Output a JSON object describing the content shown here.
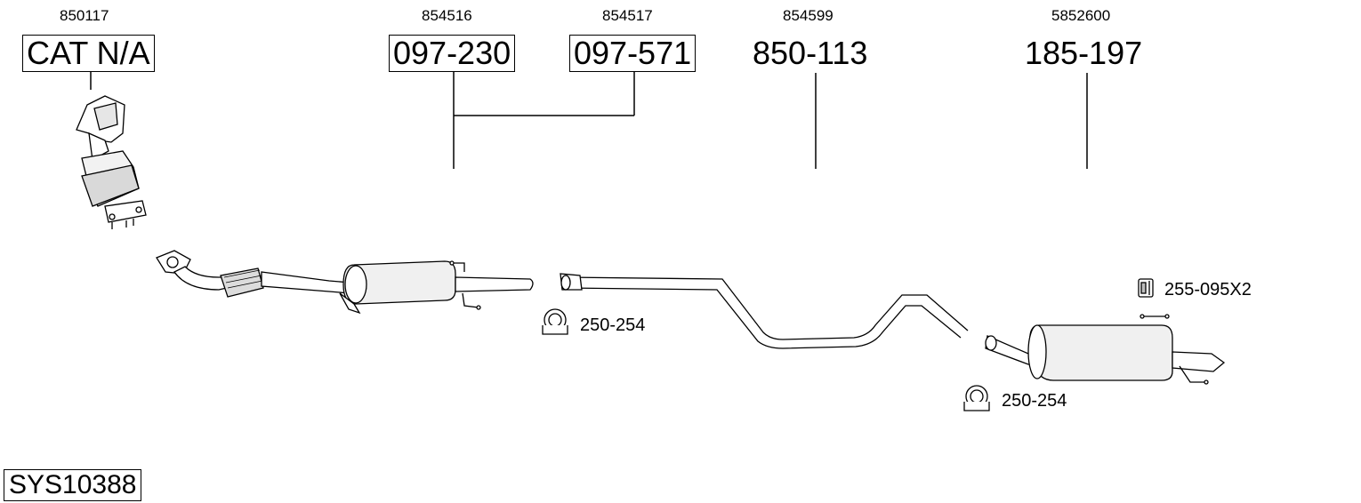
{
  "parts": [
    {
      "ref": "850117",
      "number": "CAT N/A",
      "boxed": true
    },
    {
      "ref": "854516",
      "number": "097-230",
      "boxed": true
    },
    {
      "ref": "854517",
      "number": "097-571",
      "boxed": true
    },
    {
      "ref": "854599",
      "number": "850-113",
      "boxed": false
    },
    {
      "ref": "5852600",
      "number": "185-197",
      "boxed": false
    }
  ],
  "accessories": [
    {
      "label": "250-254",
      "icon": "clamp-icon"
    },
    {
      "label": "250-254",
      "icon": "clamp-icon"
    },
    {
      "label": "255-095X2",
      "icon": "rubber-mount-icon"
    }
  ],
  "system_code": "SYS10388"
}
